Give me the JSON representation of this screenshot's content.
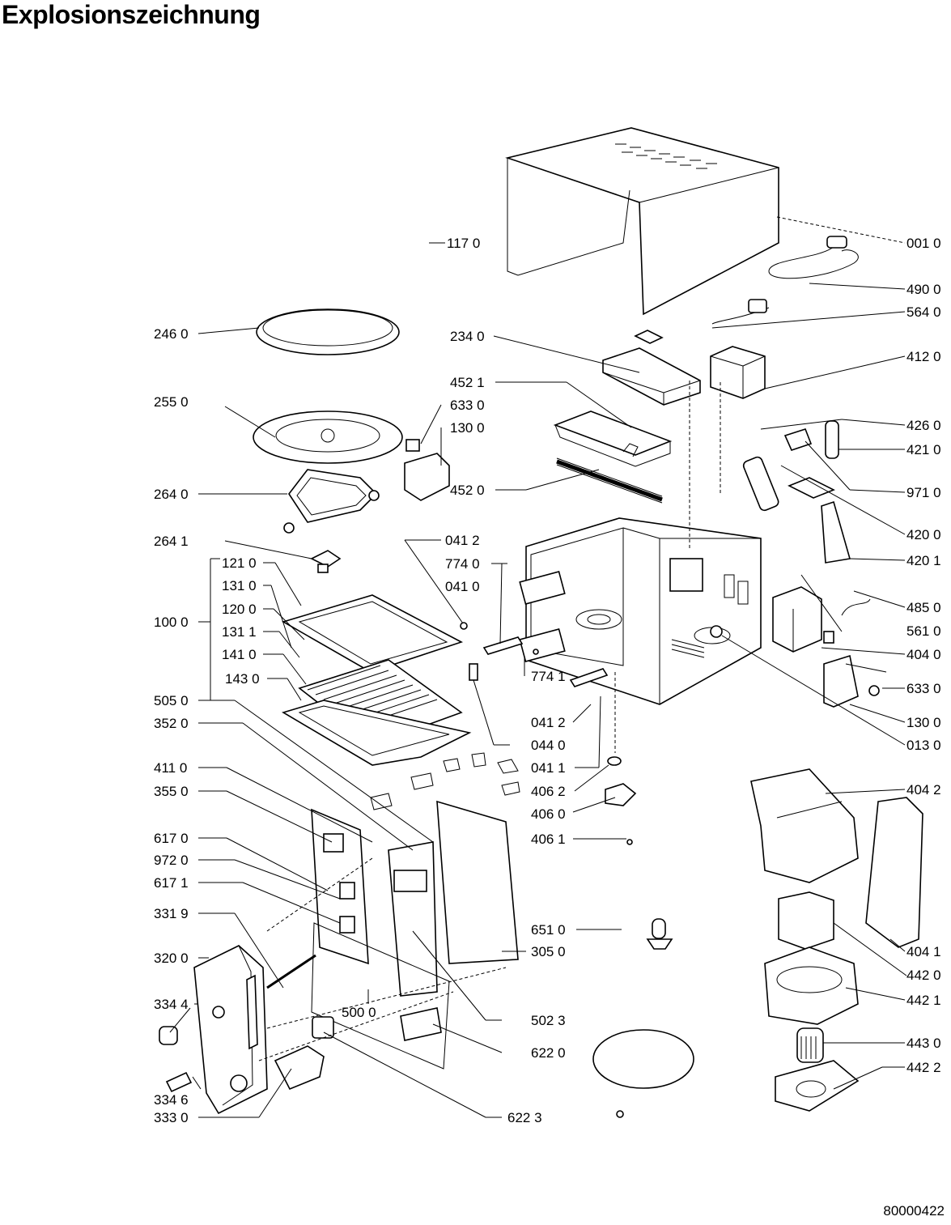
{
  "title": "Explosionszeichnung",
  "doc_number": "80000422",
  "callouts": {
    "c0010": "001 0",
    "c4900": "490 0",
    "c5640": "564 0",
    "c4120": "412 0",
    "c4260": "426 0",
    "c4210": "421 0",
    "c9710": "971 0",
    "c4200": "420 0",
    "c4201": "420 1",
    "c4850": "485 0",
    "c5610": "561 0",
    "c4040": "404 0",
    "c6330r": "633 0",
    "c1300r": "130 0",
    "c0130": "013 0",
    "c4042": "404 2",
    "c4041": "404 1",
    "c4420": "442 0",
    "c4421": "442 1",
    "c4430": "443 0",
    "c4422": "442 2",
    "c1170": "117 0",
    "c2340": "234 0",
    "c4521": "452 1",
    "c6330": "633 0",
    "c1300": "130 0",
    "c4520": "452 0",
    "c0412": "041 2",
    "c7740": "774 0",
    "c0410": "041 0",
    "c7741": "774 1",
    "c0412b": "041 2",
    "c0440": "044 0",
    "c0411": "041 1",
    "c4062": "406 2",
    "c4060": "406 0",
    "c4061": "406 1",
    "c6510": "651 0",
    "c3050": "305 0",
    "c5023": "502 3",
    "c6220": "622 0",
    "c6223": "622 3",
    "c5000": "500 0",
    "c2460": "246 0",
    "c2550": "255 0",
    "c2640": "264 0",
    "c2641": "264 1",
    "c1000": "100 0",
    "c1210": "121 0",
    "c1310": "131 0",
    "c1200": "120 0",
    "c1311": "131 1",
    "c1410": "141 0",
    "c1430": "143 0",
    "c5050": "505 0",
    "c3520": "352 0",
    "c4110": "411 0",
    "c3550": "355 0",
    "c6170": "617 0",
    "c9720": "972 0",
    "c6171": "617 1",
    "c3319": "331 9",
    "c3200": "320 0",
    "c3344": "334 4",
    "c3346": "334 6",
    "c3330": "333 0"
  }
}
